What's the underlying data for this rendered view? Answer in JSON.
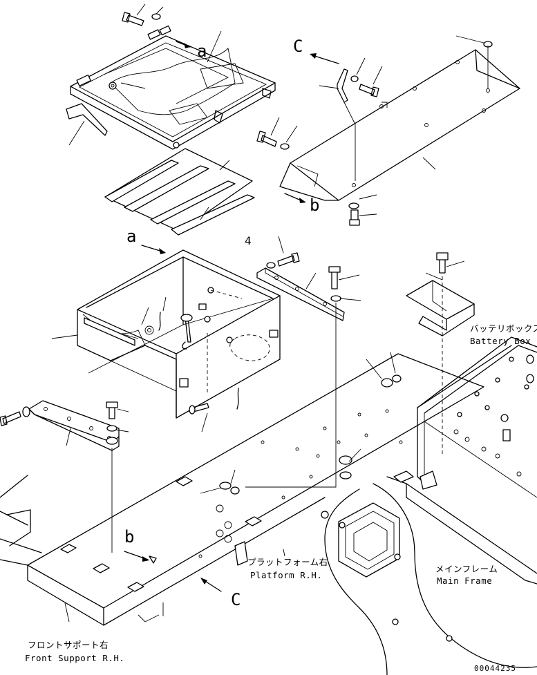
{
  "callouts": {
    "a_top": "a",
    "a_left": "a",
    "b_right": "b",
    "b_lower": "b",
    "c_top": "C",
    "c_lower": "C",
    "num4": "4"
  },
  "labels": {
    "battery_box_jp": "バッテリボックス",
    "battery_box_en": "Battery Box",
    "platform_jp": "プラットフォーム右",
    "platform_en": "Platform R.H.",
    "main_frame_jp": "メインフレーム",
    "main_frame_en": "Main Frame",
    "front_support_jp": "フロントサポート右",
    "front_support_en": "Front Support R.H."
  },
  "drawing_number": "00044235"
}
